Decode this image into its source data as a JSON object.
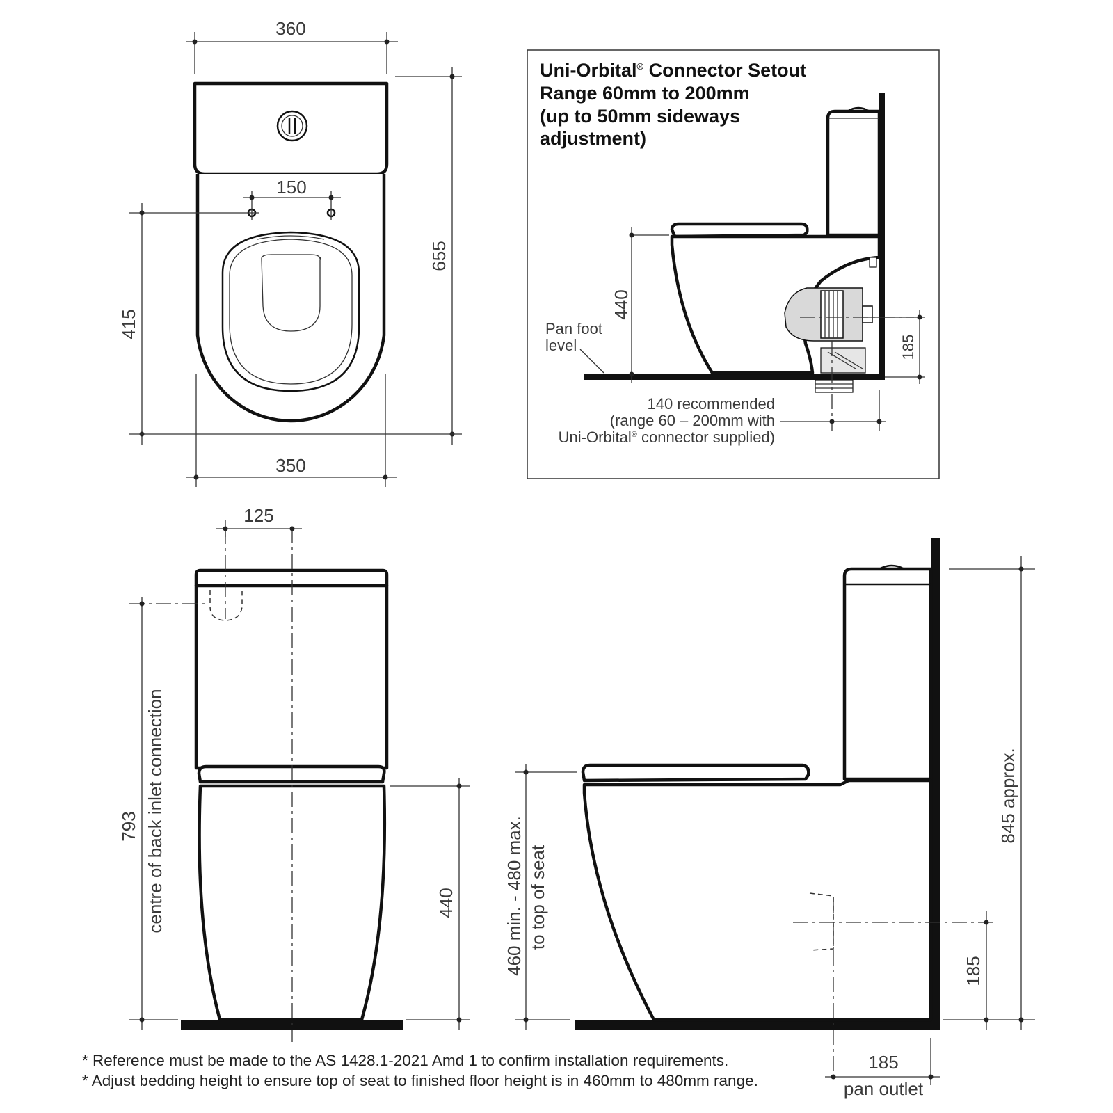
{
  "plan_view": {
    "dim_top_width": "360",
    "dim_hole_spacing": "150",
    "dim_overall_depth": "655",
    "dim_to_holes": "415",
    "dim_bottom_width": "350"
  },
  "setout_box": {
    "title_line1": "Uni-Orbital",
    "title_reg": "®",
    "title_line1_rest": " Connector Setout",
    "title_line2": "Range 60mm to 200mm",
    "title_line3": "(up to 50mm sideways",
    "title_line4": "adjustment)",
    "dim_seat_height": "440",
    "dim_outlet_height": "185",
    "pan_foot_line1": "Pan foot",
    "pan_foot_line2": "level",
    "rec_line1": "140 recommended",
    "rec_line2": "(range 60 – 200mm with",
    "rec_line3a": "Uni-Orbital",
    "rec_line3_reg": "®",
    "rec_line3b": " connector supplied)"
  },
  "front_view": {
    "dim_inlet_offset": "125",
    "dim_inlet_height": "793",
    "inlet_label": "centre of back inlet connection",
    "dim_pan_height": "440"
  },
  "side_view": {
    "seat_range": "460 min. - 480 max.",
    "seat_range_2": "to top of seat",
    "dim_overall_height": "845 approx.",
    "dim_outlet_height": "185",
    "dim_pan_outlet": "185",
    "pan_outlet_label": "pan outlet"
  },
  "notes": [
    "* Reference must be made to the AS 1428.1-2021 Amd 1 to confirm installation requirements.",
    "* Adjust bedding height to ensure top of seat to finished floor height is in 460mm to 480mm range."
  ]
}
